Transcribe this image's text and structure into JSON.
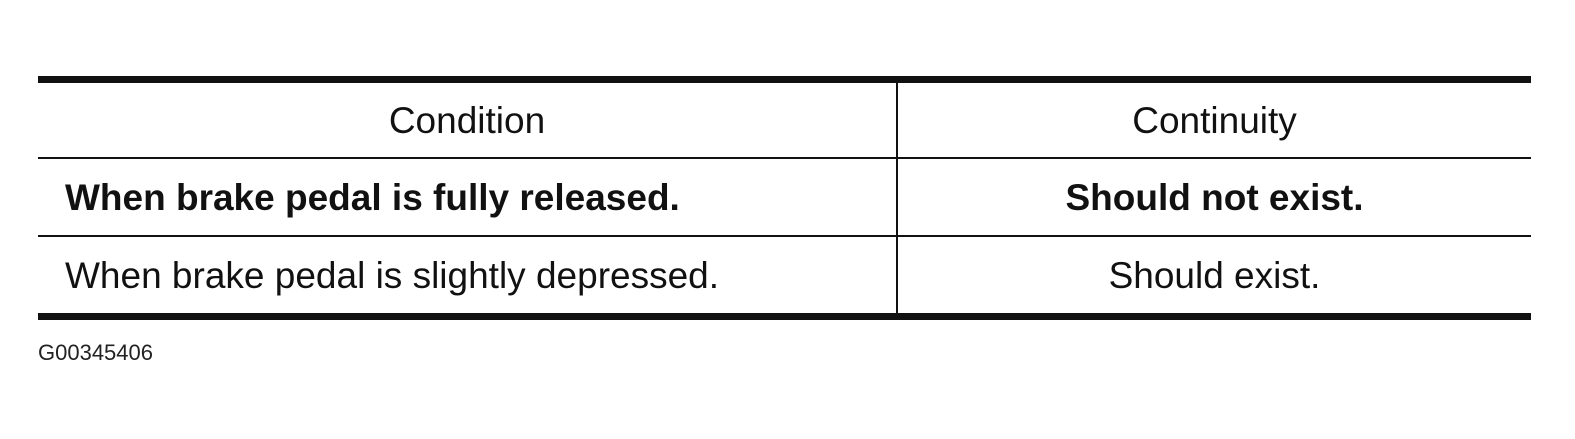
{
  "table": {
    "headers": {
      "condition": "Condition",
      "continuity": "Continuity"
    },
    "rows": [
      {
        "condition": "When brake pedal is fully released.",
        "continuity": "Should not exist."
      },
      {
        "condition": "When brake pedal is slightly depressed.",
        "continuity": "Should exist."
      }
    ]
  },
  "figure_id": "G00345406"
}
